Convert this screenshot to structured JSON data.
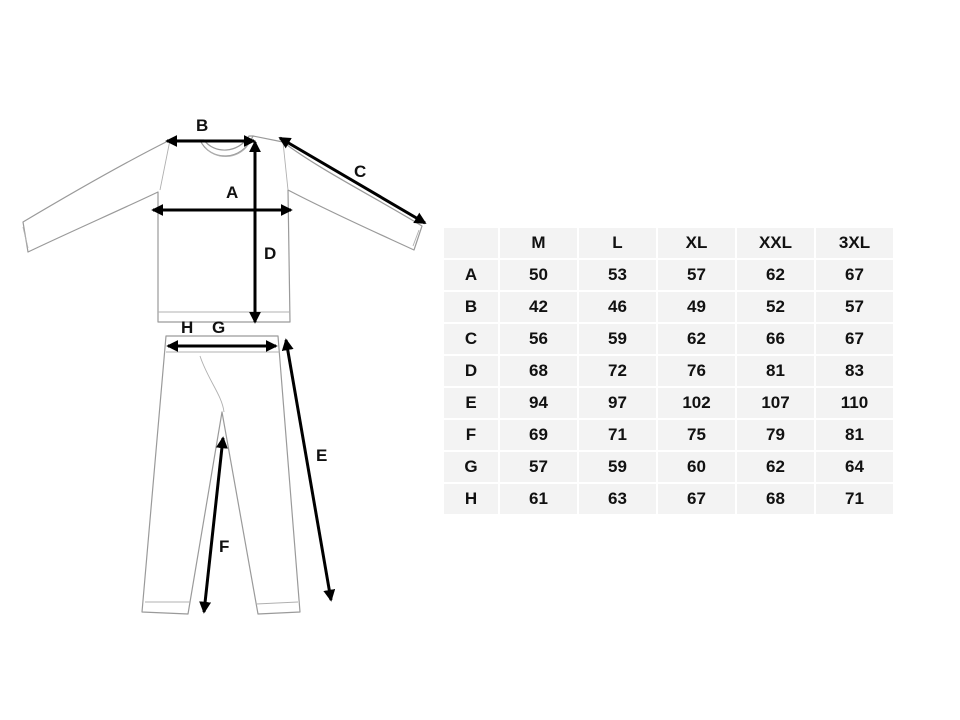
{
  "diagram": {
    "labels": {
      "A": "A",
      "B": "B",
      "C": "C",
      "D": "D",
      "E": "E",
      "F": "F",
      "G": "G",
      "H": "H"
    }
  },
  "size_table": {
    "columns": [
      "M",
      "L",
      "XL",
      "XXL",
      "3XL"
    ],
    "rows": [
      {
        "label": "A",
        "values": [
          "50",
          "53",
          "57",
          "62",
          "67"
        ]
      },
      {
        "label": "B",
        "values": [
          "42",
          "46",
          "49",
          "52",
          "57"
        ]
      },
      {
        "label": "C",
        "values": [
          "56",
          "59",
          "62",
          "66",
          "67"
        ]
      },
      {
        "label": "D",
        "values": [
          "68",
          "72",
          "76",
          "81",
          "83"
        ]
      },
      {
        "label": "E",
        "values": [
          "94",
          "97",
          "102",
          "107",
          "110"
        ]
      },
      {
        "label": "F",
        "values": [
          "69",
          "71",
          "75",
          "79",
          "81"
        ]
      },
      {
        "label": "G",
        "values": [
          "57",
          "59",
          "60",
          "62",
          "64"
        ]
      },
      {
        "label": "H",
        "values": [
          "61",
          "63",
          "67",
          "68",
          "71"
        ]
      }
    ]
  }
}
